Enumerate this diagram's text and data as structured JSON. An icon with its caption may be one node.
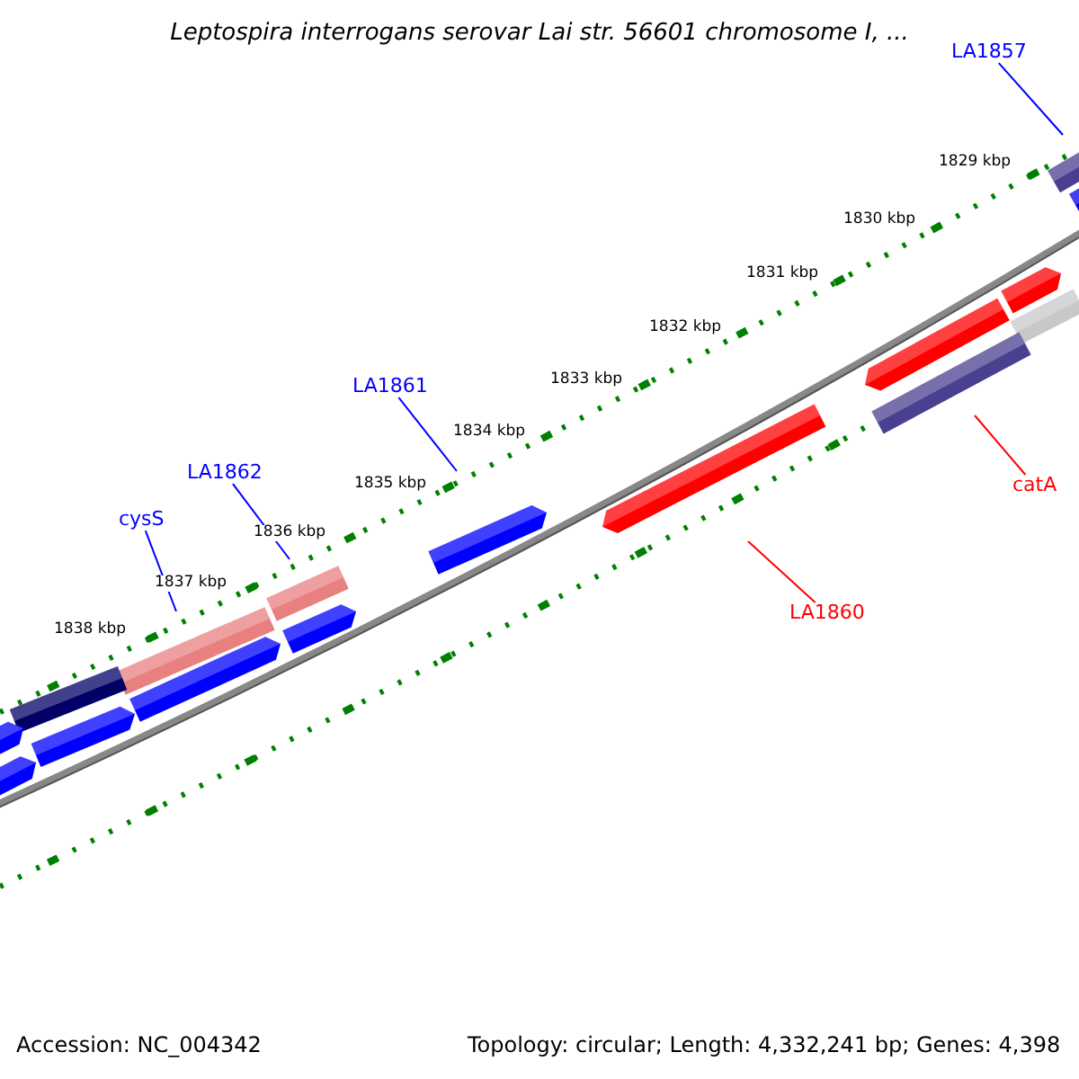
{
  "diagram": {
    "title": "Leptospira interrogans serovar Lai str. 56601 chromosome I, ...",
    "nodes": [
      {
        "text": [
          "LA1857"
        ]
      },
      {
        "text": [
          "LA1861"
        ]
      },
      {
        "text": [
          "LA1862"
        ]
      },
      {
        "text": [
          "catA"
        ]
      },
      {
        "text": [
          "cysS"
        ]
      },
      {
        "text": [
          "LA1860"
        ]
      }
    ],
    "edges": [
      {
        "from": 0,
        "to": null,
        "arrow": "none"
      },
      {
        "from": 1,
        "to": null,
        "arrow": "none"
      },
      {
        "from": 2,
        "to": null,
        "arrow": "none"
      },
      {
        "from": 3,
        "to": null,
        "arrow": "none",
        "color": "#ff0000"
      },
      {
        "from": 4,
        "to": null,
        "arrow": "none"
      },
      {
        "from": 5,
        "to": null,
        "arrow": "none",
        "color": "#ff0000"
      }
    ],
    "labels": [
      "1829 kbp",
      "1830 kbp",
      "1831 kbp",
      "1832 kbp",
      "1833 kbp",
      "1834 kbp",
      "1835 kbp",
      "1836 kbp",
      "1837 kbp",
      "1838 kbp",
      "Accession: NC_004342",
      "Topology: circular; Length: 4,332,241 bp; Genes: 4,398"
    ]
  }
}
